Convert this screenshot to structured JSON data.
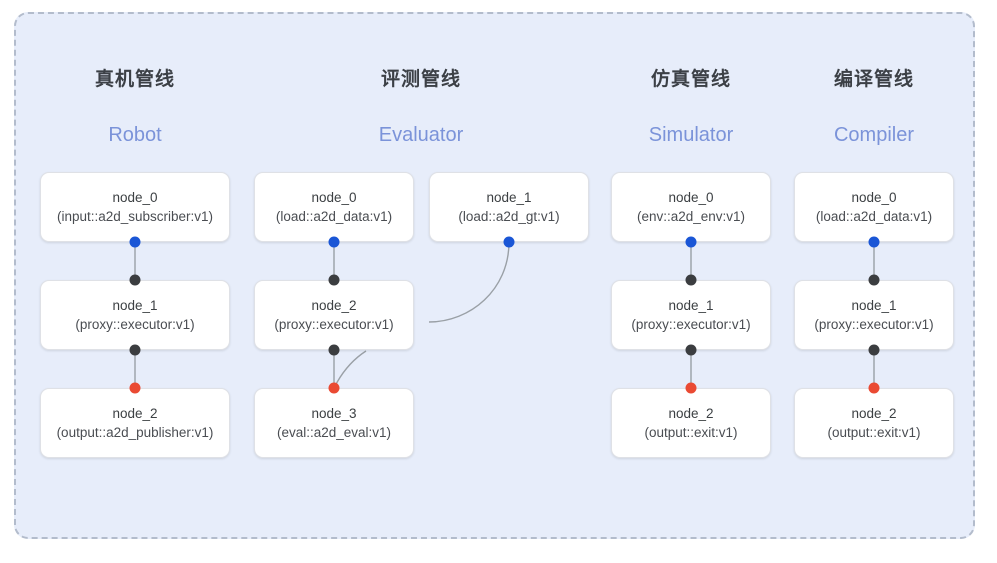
{
  "diagram": {
    "background_color": "#e7edfa",
    "panel_border_color": "#b3bccc",
    "dot_colors": {
      "input": "#1a56d6",
      "internal": "#3b3d40",
      "output": "#ea4a33"
    },
    "subtitle_color": "#7b93d9"
  },
  "columns": [
    {
      "title_cn": "真机管线",
      "title_en": "Robot",
      "nodes": [
        {
          "name": "node_0",
          "type": "(input::a2d_subscriber:v1)"
        },
        {
          "name": "node_1",
          "type": "(proxy::executor:v1)"
        },
        {
          "name": "node_2",
          "type": "(output::a2d_publisher:v1)"
        }
      ]
    },
    {
      "title_cn": "评测管线",
      "title_en": "Evaluator",
      "nodes": [
        {
          "name": "node_0",
          "type": "(load::a2d_data:v1)"
        },
        {
          "name": "node_1",
          "type": "(load::a2d_gt:v1)"
        },
        {
          "name": "node_2",
          "type": "(proxy::executor:v1)"
        },
        {
          "name": "node_3",
          "type": "(eval::a2d_eval:v1)"
        }
      ]
    },
    {
      "title_cn": "仿真管线",
      "title_en": "Simulator",
      "nodes": [
        {
          "name": "node_0",
          "type": "(env::a2d_env:v1)"
        },
        {
          "name": "node_1",
          "type": "(proxy::executor:v1)"
        },
        {
          "name": "node_2",
          "type": "(output::exit:v1)"
        }
      ]
    },
    {
      "title_cn": "编译管线",
      "title_en": "Compiler",
      "nodes": [
        {
          "name": "node_0",
          "type": "(load::a2d_data:v1)"
        },
        {
          "name": "node_1",
          "type": "(proxy::executor:v1)"
        },
        {
          "name": "node_2",
          "type": "(output::exit:v1)"
        }
      ]
    }
  ]
}
